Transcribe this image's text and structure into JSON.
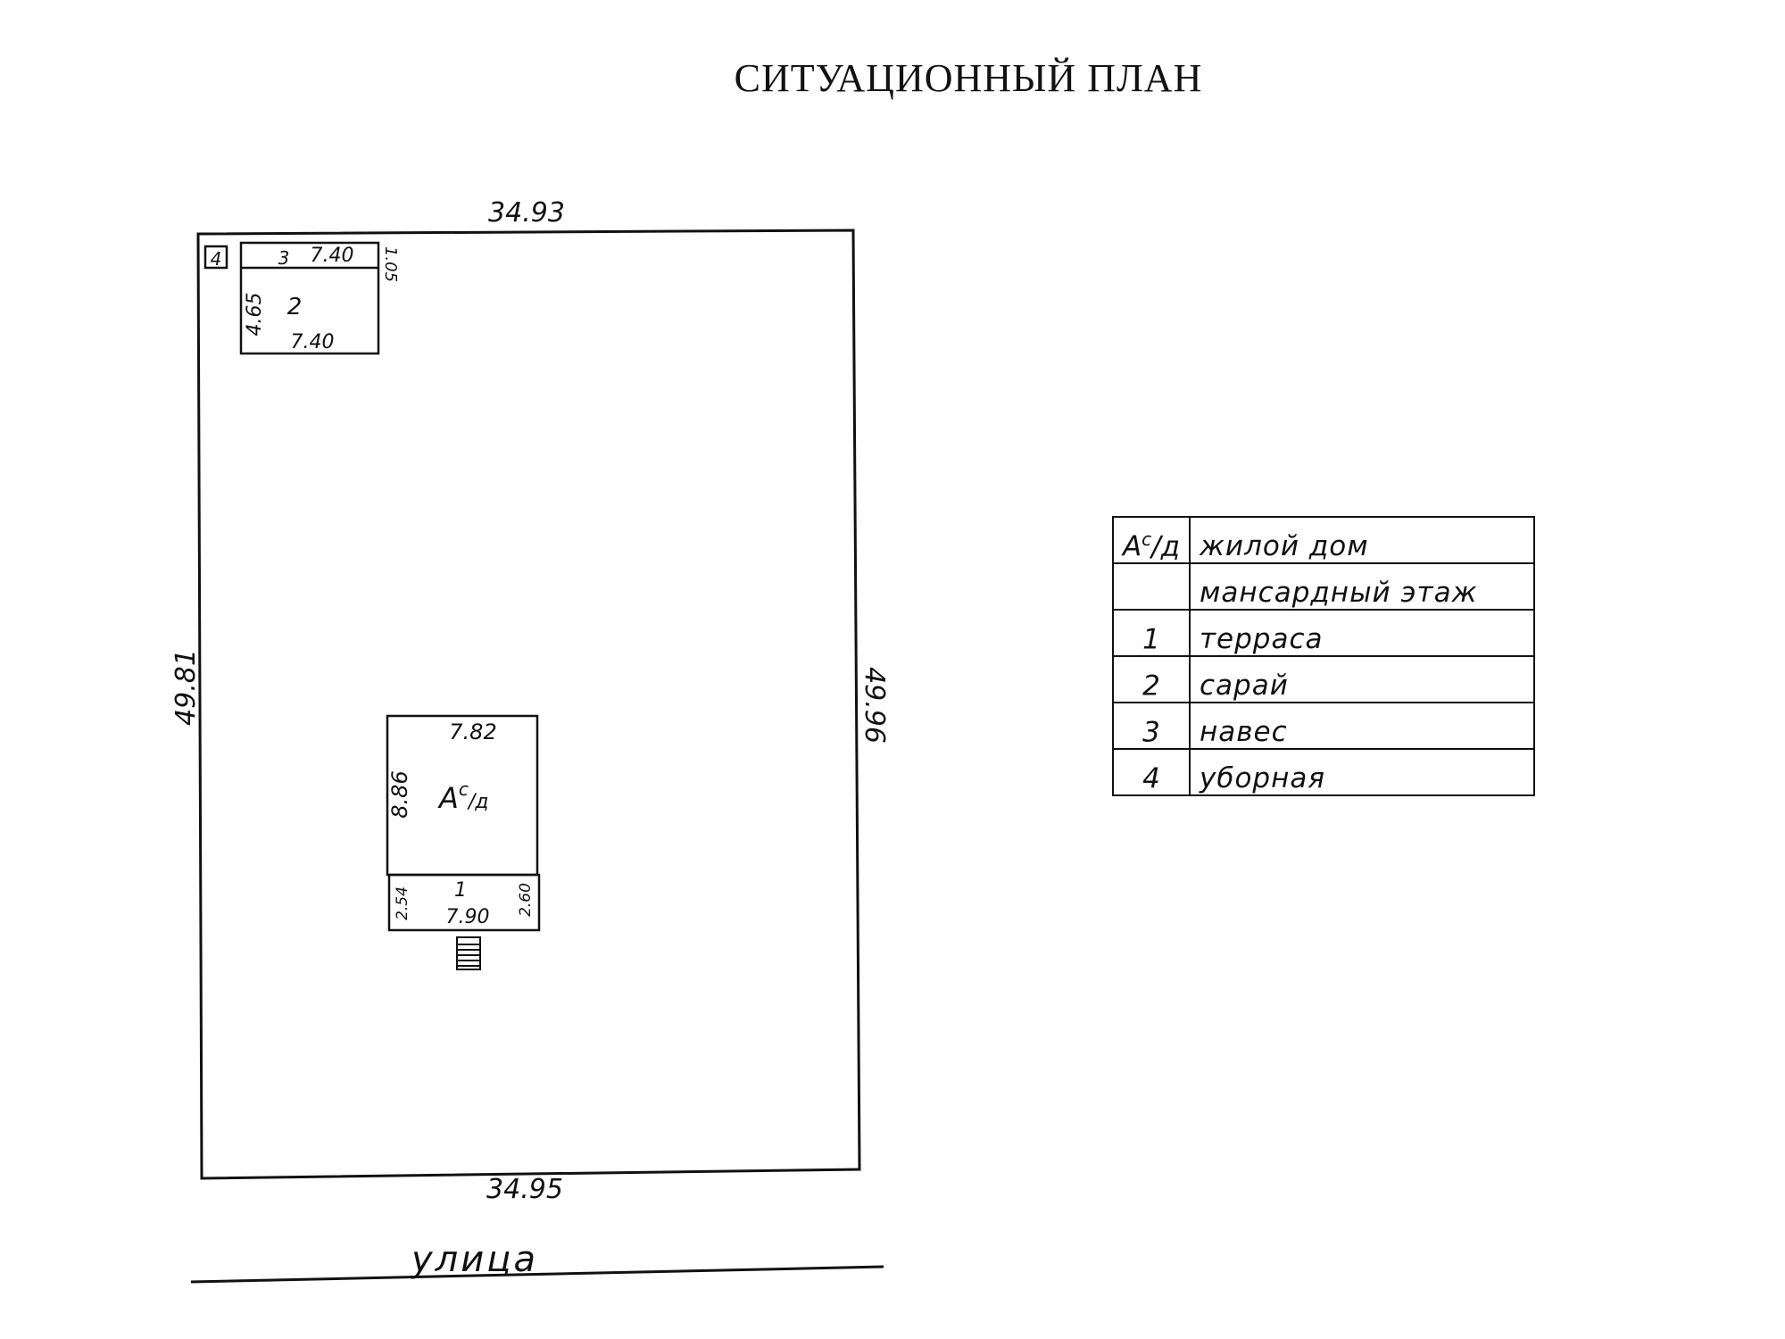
{
  "title": "СИТУАЦИОННЫЙ ПЛАН",
  "plot": {
    "top_length": "34.93",
    "bottom_length": "34.95",
    "left_length": "49.81",
    "right_length": "49.96"
  },
  "street_label": "улица",
  "building_2": {
    "label": "2",
    "width_top": "7.40",
    "width_bottom": "7.40",
    "height": "4.65",
    "canopy_label": "3",
    "canopy_depth": "1.05",
    "toilet_label": "4"
  },
  "house": {
    "label": "А",
    "label_sup": "с",
    "label_frac": "/д",
    "width": "7.82",
    "length": "8.86",
    "terrace_label": "1",
    "terrace_width": "7.90",
    "terrace_left": "2.54",
    "terrace_right": "2.60"
  },
  "legend": [
    {
      "code": "А",
      "code_sup": "с",
      "code_frac": "/д",
      "text": "жилой дом"
    },
    {
      "code": "",
      "code_sup": "",
      "code_frac": "",
      "text": "мансардный этаж"
    },
    {
      "code": "1",
      "code_sup": "",
      "code_frac": "",
      "text": "терраса"
    },
    {
      "code": "2",
      "code_sup": "",
      "code_frac": "",
      "text": "сарай"
    },
    {
      "code": "3",
      "code_sup": "",
      "code_frac": "",
      "text": "навес"
    },
    {
      "code": "4",
      "code_sup": "",
      "code_frac": "",
      "text": "уборная"
    }
  ]
}
